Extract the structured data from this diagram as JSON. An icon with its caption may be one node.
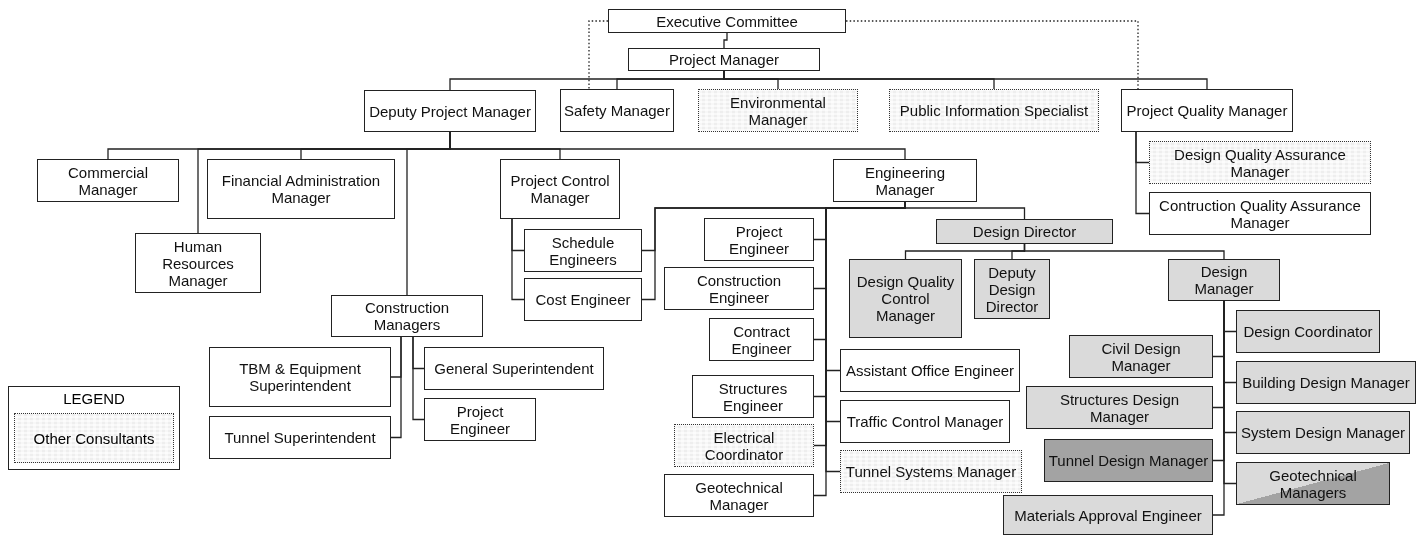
{
  "diagram": {
    "nodes": [
      {
        "text": [
          "Executive Committee"
        ]
      },
      {
        "text": [
          "Project Manager"
        ]
      },
      {
        "text": [
          "Deputy Project Manager"
        ]
      },
      {
        "text": [
          "Safety Manager"
        ]
      },
      {
        "text": [
          "Environmental Manager"
        ]
      },
      {
        "text": [
          "Public Information Specialist"
        ]
      },
      {
        "text": [
          "Project Quality Manager"
        ]
      },
      {
        "text": [
          "Design Quality Assurance Manager"
        ]
      },
      {
        "text": [
          "Contruction Quality Assurance Manager"
        ]
      },
      {
        "text": [
          "Commercial Manager"
        ]
      },
      {
        "text": [
          "Human Resources Manager"
        ]
      },
      {
        "text": [
          "Financial Administration Manager"
        ]
      },
      {
        "text": [
          "Construction Managers"
        ]
      },
      {
        "text": [
          "TBM & Equipment Superintendent"
        ]
      },
      {
        "text": [
          "Tunnel Superintendent"
        ]
      },
      {
        "text": [
          "General Superintendent"
        ]
      },
      {
        "text": [
          "Project Engineer"
        ]
      },
      {
        "text": [
          "Project Control Manager"
        ]
      },
      {
        "text": [
          "Schedule Engineers"
        ]
      },
      {
        "text": [
          "Cost Engineer"
        ]
      },
      {
        "text": [
          "Engineering Manager"
        ]
      },
      {
        "text": [
          "Project Engineer"
        ]
      },
      {
        "text": [
          "Construction Engineer"
        ]
      },
      {
        "text": [
          "Contract Engineer"
        ]
      },
      {
        "text": [
          "Structures Engineer"
        ]
      },
      {
        "text": [
          "Electrical Coordinator"
        ]
      },
      {
        "text": [
          "Geotechnical Manager"
        ]
      },
      {
        "text": [
          "Assistant Office Engineer"
        ]
      },
      {
        "text": [
          "Traffic Control Manager"
        ]
      },
      {
        "text": [
          "Tunnel Systems Manager"
        ]
      },
      {
        "text": [
          "Design Director"
        ]
      },
      {
        "text": [
          "Design Quality Control Manager"
        ]
      },
      {
        "text": [
          "Deputy Design Director"
        ]
      },
      {
        "text": [
          "Design Manager"
        ]
      },
      {
        "text": [
          "Civil Design Manager"
        ]
      },
      {
        "text": [
          "Structures Design Manager"
        ]
      },
      {
        "text": [
          "Tunnel Design Manager"
        ]
      },
      {
        "text": [
          "Materials Approval Engineer"
        ]
      },
      {
        "text": [
          "Design Coordinator"
        ]
      },
      {
        "text": [
          "Building Design Manager"
        ]
      },
      {
        "text": [
          "System Design Manager"
        ]
      },
      {
        "text": [
          "Geotechnical Managers"
        ]
      }
    ],
    "edges": [
      {
        "from": 0,
        "to": 1,
        "arrow": "none"
      },
      {
        "from": 0,
        "to": 3,
        "arrow": "none",
        "style": "dashed"
      },
      {
        "from": 0,
        "to": 6,
        "arrow": "none",
        "style": "dashed"
      },
      {
        "from": 1,
        "to": 2,
        "arrow": "none"
      },
      {
        "from": 1,
        "to": 3,
        "arrow": "none"
      },
      {
        "from": 1,
        "to": 4,
        "arrow": "none"
      },
      {
        "from": 1,
        "to": 5,
        "arrow": "none"
      },
      {
        "from": 1,
        "to": 6,
        "arrow": "none"
      },
      {
        "from": 6,
        "to": 7,
        "arrow": "none"
      },
      {
        "from": 6,
        "to": 8,
        "arrow": "none"
      },
      {
        "from": 2,
        "to": 9,
        "arrow": "none"
      },
      {
        "from": 2,
        "to": 10,
        "arrow": "none"
      },
      {
        "from": 2,
        "to": 11,
        "arrow": "none"
      },
      {
        "from": 2,
        "to": 12,
        "arrow": "none"
      },
      {
        "from": 2,
        "to": 17,
        "arrow": "none"
      },
      {
        "from": 2,
        "to": 20,
        "arrow": "none"
      },
      {
        "from": 12,
        "to": 13,
        "arrow": "none"
      },
      {
        "from": 12,
        "to": 14,
        "arrow": "none"
      },
      {
        "from": 12,
        "to": 15,
        "arrow": "none"
      },
      {
        "from": 12,
        "to": 16,
        "arrow": "none"
      },
      {
        "from": 17,
        "to": 18,
        "arrow": "none"
      },
      {
        "from": 17,
        "to": 19,
        "arrow": "none"
      },
      {
        "from": 20,
        "to": 18,
        "arrow": "none"
      },
      {
        "from": 20,
        "to": 19,
        "arrow": "none"
      },
      {
        "from": 20,
        "to": 21,
        "arrow": "none"
      },
      {
        "from": 20,
        "to": 22,
        "arrow": "none"
      },
      {
        "from": 20,
        "to": 23,
        "arrow": "none"
      },
      {
        "from": 20,
        "to": 24,
        "arrow": "none"
      },
      {
        "from": 20,
        "to": 25,
        "arrow": "none"
      },
      {
        "from": 20,
        "to": 26,
        "arrow": "none"
      },
      {
        "from": 20,
        "to": 27,
        "arrow": "none"
      },
      {
        "from": 20,
        "to": 28,
        "arrow": "none"
      },
      {
        "from": 20,
        "to": 29,
        "arrow": "none"
      },
      {
        "from": 20,
        "to": 30,
        "arrow": "none"
      },
      {
        "from": 30,
        "to": 31,
        "arrow": "none"
      },
      {
        "from": 30,
        "to": 32,
        "arrow": "none"
      },
      {
        "from": 30,
        "to": 33,
        "arrow": "none"
      },
      {
        "from": 33,
        "to": 34,
        "arrow": "none"
      },
      {
        "from": 33,
        "to": 35,
        "arrow": "none"
      },
      {
        "from": 33,
        "to": 36,
        "arrow": "none"
      },
      {
        "from": 33,
        "to": 37,
        "arrow": "none"
      },
      {
        "from": 33,
        "to": 38,
        "arrow": "none"
      },
      {
        "from": 33,
        "to": 39,
        "arrow": "none"
      },
      {
        "from": 33,
        "to": 40,
        "arrow": "none"
      },
      {
        "from": 33,
        "to": 41,
        "arrow": "none"
      }
    ],
    "labels": [
      "LEGEND"
    ],
    "legend": [
      {
        "text": "Other Consultants"
      }
    ]
  }
}
